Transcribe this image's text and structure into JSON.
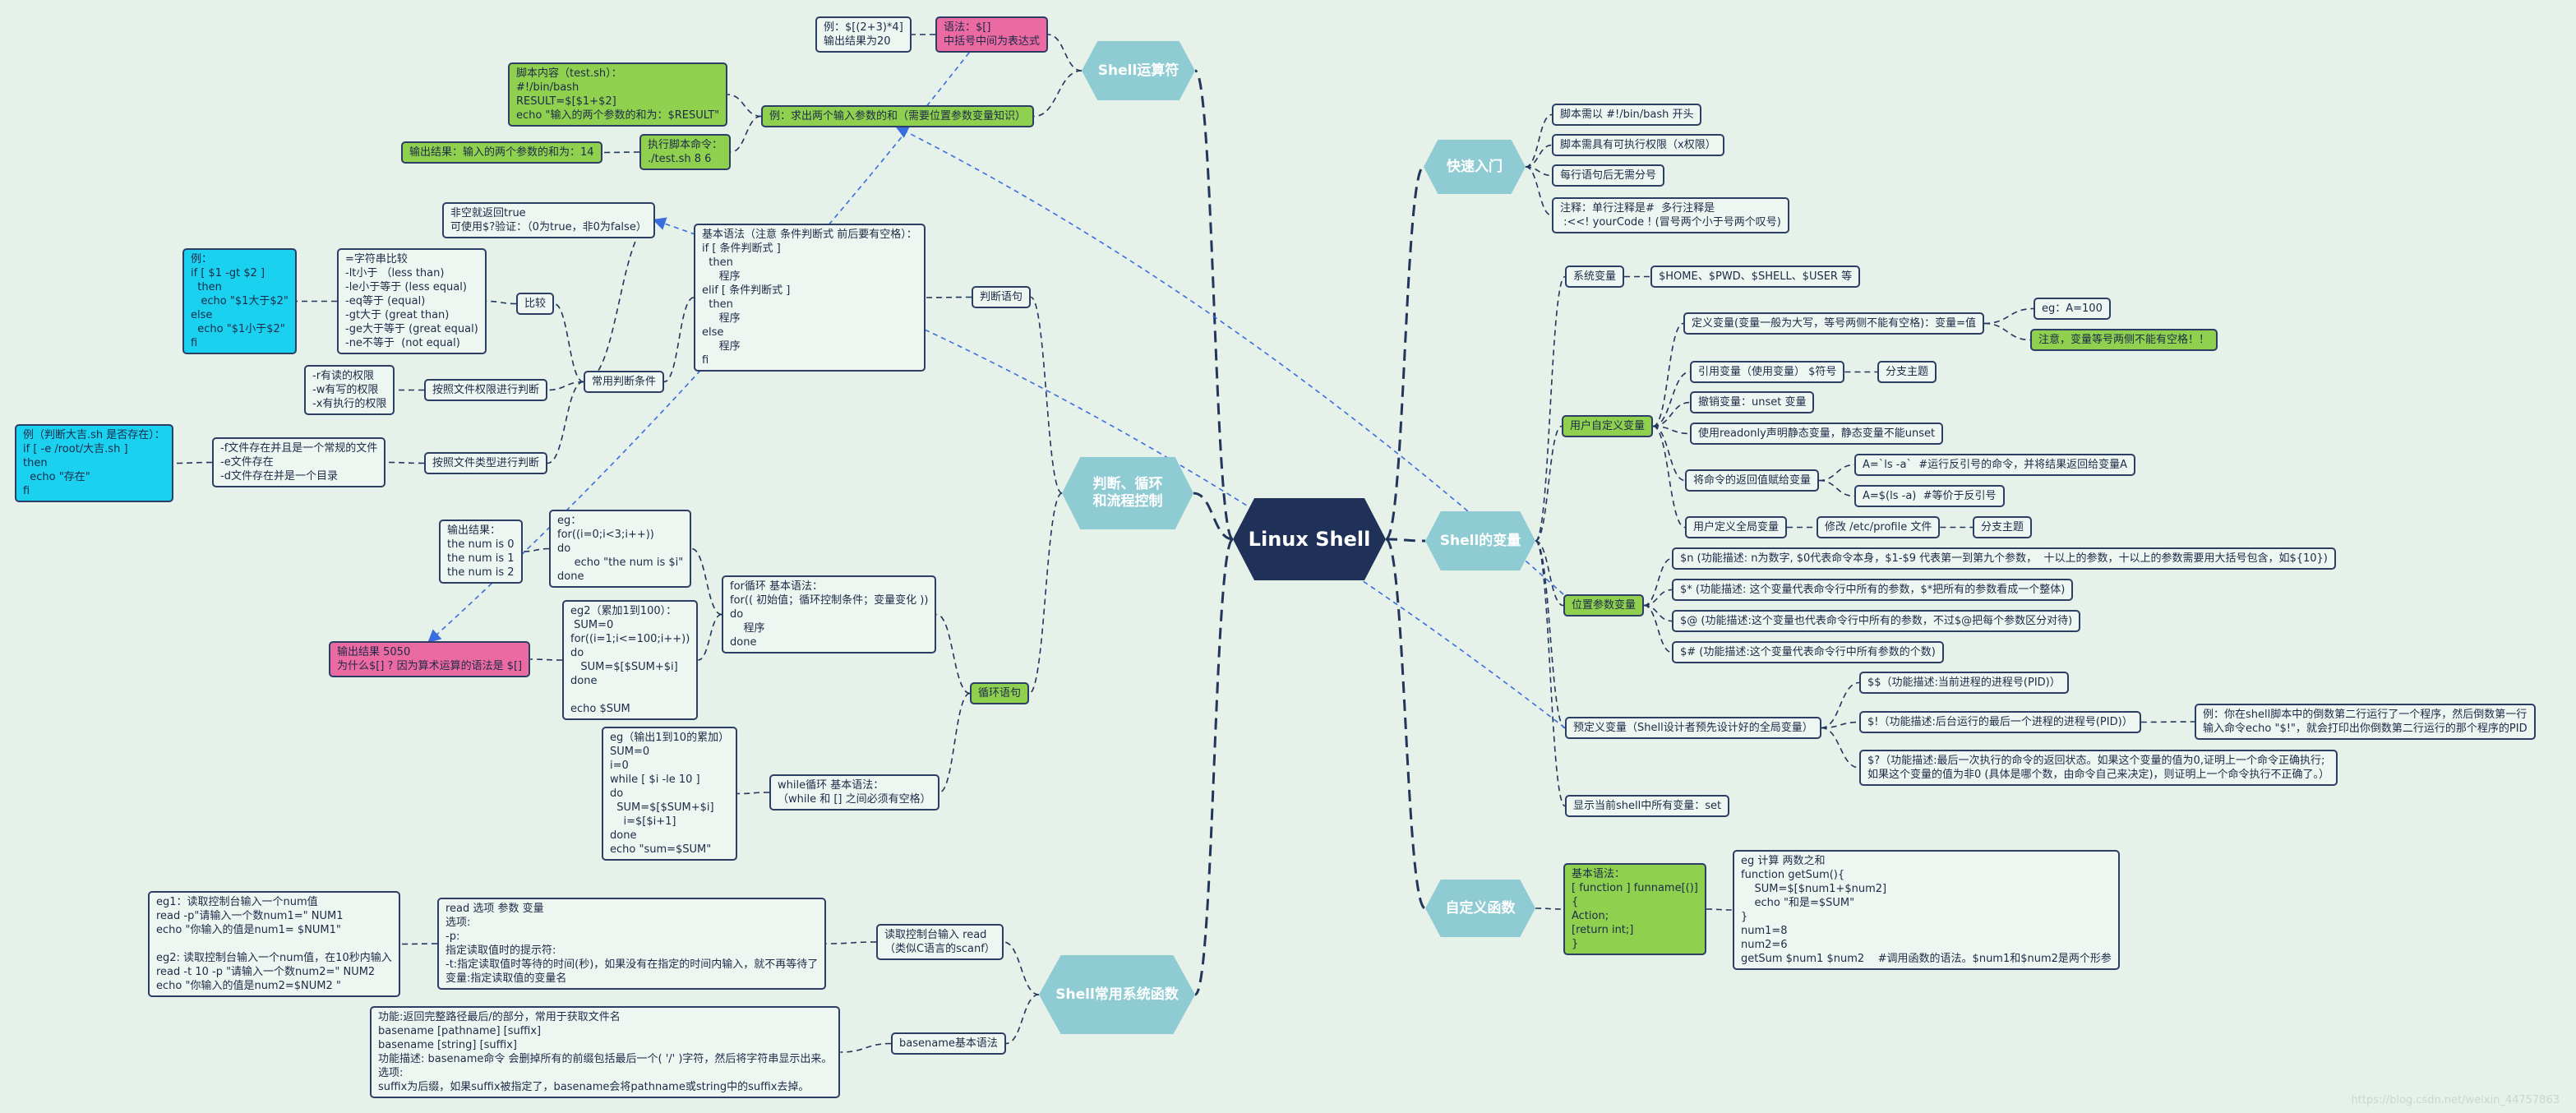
{
  "root": "Linux Shell",
  "branches": {
    "b_op": "Shell运算符",
    "b_quick": "快速入门",
    "b_var": "Shell的变量",
    "b_func": "自定义函数",
    "b_flow": "判断、循环\n和流程控制",
    "b_sys": "Shell常用系统函数"
  },
  "nodes": {
    "op_syntax": "语法：$[]\n中括号中间为表达式",
    "op_example": "例：$[(2+3)*4]\n输出结果为20",
    "op_sum_example": "例：求出两个输入参数的和（需要位置参数变量知识）",
    "op_script": "脚本内容（test.sh）：\n#!/bin/bash\nRESULT=$[$1+$2]\necho \"输入的两个参数的和为：$RESULT\"",
    "op_run": "执行脚本命令：\n./test.sh 8 6",
    "op_output": "输出结果：输入的两个参数的和为：14",
    "q1": "脚本需以 #!/bin/bash 开头",
    "q2": "脚本需具有可执行权限（x权限）",
    "q3": "每行语句后无需分号",
    "q4": "注释：单行注释是#  多行注释是\n :<<! yourCode ! (冒号两个小于号两个叹号)",
    "v_sys": "系统变量",
    "v_sys_list": "$HOME、$PWD、$SHELL、$USER 等",
    "v_user": "用户自定义变量",
    "v_def": "定义变量(变量一般为大写，等号两侧不能有空格)：变量=值",
    "v_def_eg": "eg：A=100",
    "v_def_note": "注意，变量等号两侧不能有空格！！",
    "v_ref": "引用变量（使用变量） $符号",
    "v_ref_sub": "分支主题",
    "v_unset": "撤销变量：unset 变量",
    "v_readonly": "使用readonly声明静态变量，静态变量不能unset",
    "v_cmd": "将命令的返回值赋给变量",
    "v_cmd1": "A=`ls -a`  #运行反引号的命令，并将结果返回给变量A",
    "v_cmd2": "A=$(ls -a)  #等价于反引号",
    "v_global": "用户定义全局变量",
    "v_global_edit": "修改 /etc/profile 文件",
    "v_global_sub": "分支主题",
    "v_pos": "位置参数变量",
    "v_pos1": "$n (功能描述: n为数字, $0代表命令本身，$1-$9 代表第一到第九个参数，  十以上的参数，十以上的参数需要用大括号包含，如${10})",
    "v_pos2": "$* (功能描述: 这个变量代表命令行中所有的参数，$*把所有的参数看成一个整体)",
    "v_pos3": "$@ (功能描述:这个变量也代表命令行中所有的参数，不过$@把每个参数区分对待)",
    "v_pos4": "$# (功能描述:这个变量代表命令行中所有参数的个数)",
    "v_pre": "预定义变量（Shell设计者预先设计好的全局变量）",
    "v_pre1": "$$（功能描述:当前进程的进程号(PID)）",
    "v_pre2": "$!（功能描述:后台运行的最后一个进程的进程号(PID)）",
    "v_pre2_eg": "例：你在shell脚本中的倒数第二行运行了一个程序，然后倒数第一行\n输入命令echo \"$!\"，就会打印出你倒数第二行运行的那个程序的PID",
    "v_pre3": "$?（功能描述:最后一次执行的命令的返回状态。如果这个变量的值为0,证明上一个命令正确执行;\n如果这个变量的值为非0 (具体是哪个数，由命令自己来决定)，则证明上一个命令执行不正确了。）",
    "v_set": "显示当前shell中所有变量：set",
    "f_syntax": "基本语法：\n[ function ] funname[()]\n{\nAction;\n[return int;]\n}",
    "f_example": "eg 计算 两数之和\nfunction getSum(){\n    SUM=$[$num1+$num2]\n    echo \"和是=$SUM\"\n}\nnum1=8\nnum2=6\ngetSum $num1 $num2    #调用函数的语法。$num1和$num2是两个形参",
    "if_label": "判断语句",
    "if_syntax": "基本语法（注意 条件判断式 前后要有空格）：\nif [ 条件判断式 ]\n  then\n     程序\nelif [ 条件判断式 ]\n  then\n     程序\nelse\n     程序\nfi",
    "cond": "常用判断条件",
    "cond_true": "非空就返回true\n可使用$?验证：（0为true，非0为false）",
    "cmp": "比较",
    "cmp_ops": "=字符串比较\n-lt小于 （less than)\n-le小于等于 (less equal)\n-eq等于 (equal)\n-gt大于 (great than)\n-ge大于等于 (great equal)\n-ne不等于  (not equal)",
    "cmp_eg": "例：\nif [ $1 -gt $2 ]\n  then\n   echo \"$1大于$2\"\nelse\n  echo \"$1小于$2\"\nfi",
    "perm": "按照文件权限进行判断",
    "perm_ops": "-r有读的权限\n-w有写的权限\n-x有执行的权限",
    "ftype": "按照文件类型进行判断",
    "ftype_ops": "-f文件存在并且是一个常规的文件\n-e文件存在\n-d文件存在并是一个目录",
    "ftype_eg": "例（判断大吉.sh 是否存在）：\nif [ -e /root/大吉.sh ]\nthen\n  echo \"存在\"\nfi",
    "loop_label": "循环语句",
    "for_syntax": "for循环 基本语法：\nfor(( 初始值；循环控制条件；变量变化 ))\ndo\n    程序\ndone",
    "for_eg": "eg：\nfor((i=0;i<3;i++))\ndo\n     echo \"the num is $i\"\ndone",
    "for_out": "输出结果：\nthe num is 0\nthe num is 1\nthe num is 2",
    "for_eg2": "eg2（累加1到100）：\n SUM=0\nfor((i=1;i<=100;i++))\ndo\n   SUM=$[$SUM+$i]\ndone\n\necho $SUM",
    "for_out2": "输出结果 5050\n为什么$[] ? 因为算术运算的语法是 $[]",
    "while_syntax": "while循环 基本语法：\n（while 和 [] 之间必须有空格）",
    "while_eg": "eg（输出1到10的累加）\nSUM=0\ni=0\nwhile [ $i -le 10 ]\ndo\n  SUM=$[$SUM+$i]\n    i=$[$i+1]\ndone\necho \"sum=$SUM\"",
    "s_read": "读取控制台输入 read\n（类似C语言的scanf）",
    "s_read_syntax": "read 选项 参数 变量\n选项:\n-p:\n指定读取值时的提示符:\n-t:指定读取值时等待的时间(秒)，如果没有在指定的时间内输入，就不再等待了\n变量:指定读取值的变量名",
    "s_read_eg": "eg1：读取控制台输入一个num值\nread -p\"请输入一个数num1=\" NUM1\necho \"你输入的值是num1= $NUM1\"\n\neg2: 读取控制台输入一个num值，在10秒内输入\nread -t 10 -p \"请输入一个数num2=\" NUM2\necho \"你输入的值是num2=$NUM2 \"",
    "s_base": "basename基本语法",
    "s_base_desc": "功能:返回完整路径最后/的部分，常用于获取文件名\nbasename [pathname] [suffix]\nbasename [string] [suffix]\n功能描述: basename命令 会删掉所有的前缀包括最后一个( '/' )字符，然后将字符串显示出来。\n选项:\nsuffix为后缀，如果suffix被指定了，basename会将pathname或string中的suffix去掉。"
  },
  "watermark": "https://blog.csdn.net/weixin_44757863"
}
